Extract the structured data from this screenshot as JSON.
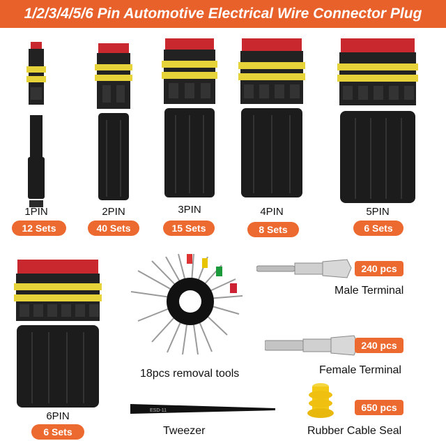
{
  "title": "1/2/3/4/5/6 Pin Automotive Electrical Wire Connector Plug",
  "connectors": [
    {
      "label": "1PIN",
      "sets": "12 Sets"
    },
    {
      "label": "2PIN",
      "sets": "40 Sets"
    },
    {
      "label": "3PIN",
      "sets": "15 Sets"
    },
    {
      "label": "4PIN",
      "sets": "8 Sets"
    },
    {
      "label": "5PIN",
      "sets": "6 Sets"
    },
    {
      "label": "6PIN",
      "sets": "6 Sets"
    }
  ],
  "accessories": {
    "removal_tools": "18pcs removal tools",
    "tweezer": "Tweezer",
    "tweezer_marking": "ESD-11",
    "male_terminal": {
      "qty": "240 pcs",
      "name": "Male Terminal"
    },
    "female_terminal": {
      "qty": "240 pcs",
      "name": "Female Terminal"
    },
    "rubber_seal": {
      "qty": "650 pcs",
      "name": "Rubber Cable Seal"
    }
  },
  "colors": {
    "banner": "#e8602a",
    "badge": "#ec6a2f",
    "connector_body": "#1c1c1c",
    "connector_top": "#c8282e",
    "seal_band": "#e8d23a",
    "rubber_seal": "#f2c814"
  }
}
